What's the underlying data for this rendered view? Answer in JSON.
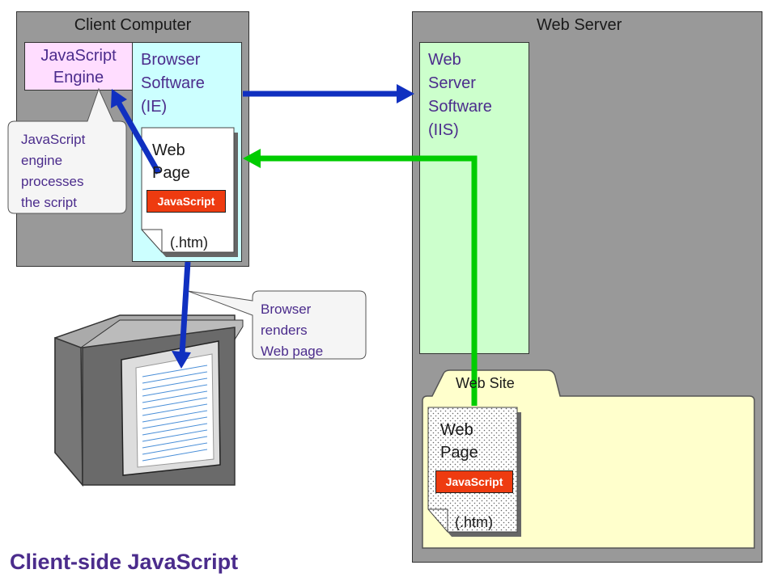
{
  "client_computer": {
    "title": "Client Computer",
    "js_engine_label": "JavaScript Engine",
    "browser_label": "Browser Software (IE)",
    "browser_lines": [
      "Browser",
      "Software",
      "(IE)"
    ],
    "web_page": {
      "title_lines": [
        "Web",
        "Page"
      ],
      "badge": "JavaScript",
      "ext": "(.htm)"
    }
  },
  "web_server": {
    "title": "Web Server",
    "server_software_lines": [
      "Web",
      "Server",
      "Software",
      "(IIS)"
    ],
    "web_site": {
      "title": "Web Site",
      "web_page": {
        "title_lines": [
          "Web",
          "Page"
        ],
        "badge": "JavaScript",
        "ext": "(.htm)"
      }
    }
  },
  "callouts": {
    "engine": [
      "JavaScript",
      "engine",
      "processes",
      "the script"
    ],
    "render": [
      "Browser",
      "renders",
      "Web page"
    ]
  },
  "page_title": "Client-side JavaScript",
  "colors": {
    "gray_panel": "#999999",
    "cyan_panel": "#ccffff",
    "green_panel": "#ccffcc",
    "yellow_folder": "#ffffcc",
    "pink_engine": "#ffddff",
    "blue_arrow": "#1030c0",
    "green_arrow": "#00cc00",
    "js_badge": "#ee3b10",
    "text_purple": "#4b2c8c"
  }
}
